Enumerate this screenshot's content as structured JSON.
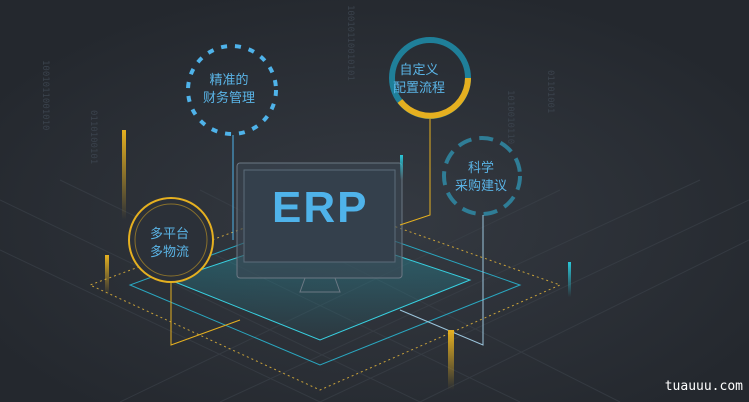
{
  "center_label": "ERP",
  "features": [
    {
      "line1": "精准的",
      "line2": "财务管理"
    },
    {
      "line1": "自定义",
      "line2": "配置流程"
    },
    {
      "line1": "科学",
      "line2": "采购建议"
    },
    {
      "line1": "多平台",
      "line2": "多物流"
    }
  ],
  "watermark": "tuauuu.com",
  "colors": {
    "background": "#2b2f36",
    "accent_blue": "#4fb3ea",
    "accent_yellow": "#e5b020",
    "accent_teal": "#2aa7c0"
  }
}
